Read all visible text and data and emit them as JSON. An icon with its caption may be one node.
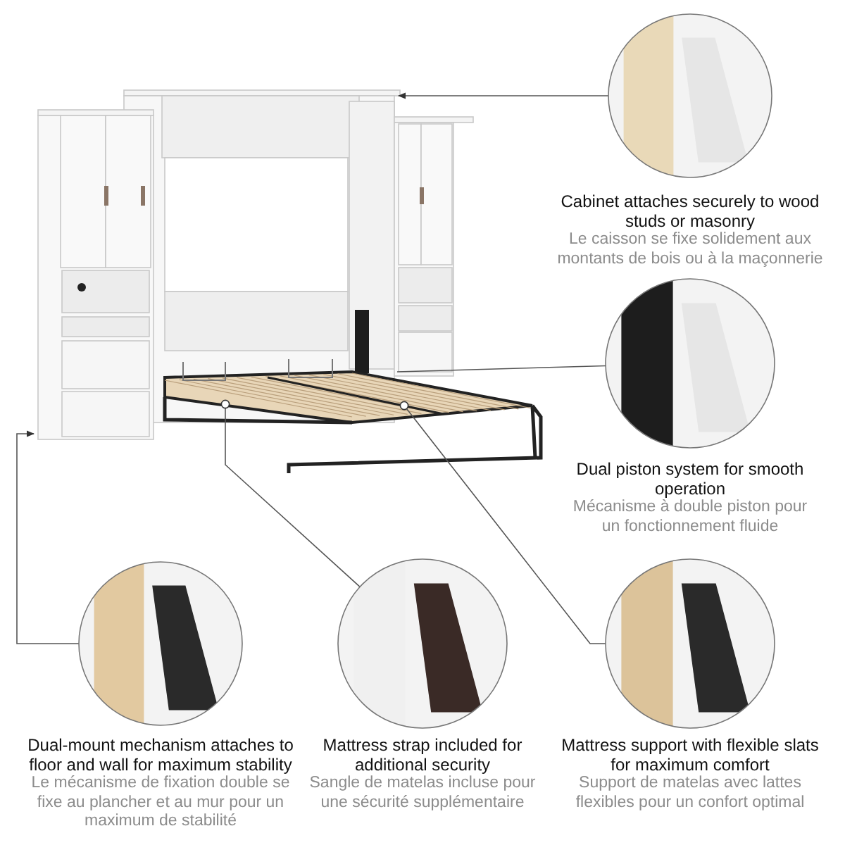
{
  "diagram": {
    "nodes": [
      {
        "text": [
          "Cabinet attaches securely to wood studs or masonry",
          "Le caisson se fixe solidement aux montants de bois ou à la maçonnerie"
        ]
      },
      {
        "text": [
          "Dual piston system for smooth operation",
          "Mécanisme à double piston pour un fonctionnement fluide"
        ]
      },
      {
        "text": [
          "Dual-mount mechanism attaches to floor and wall for maximum stability",
          "Le mécanisme de fixation double se fixe au plancher et au mur pour un maximum de stabilité"
        ]
      },
      {
        "text": [
          "Mattress strap included for additional security",
          "Sangle de matelas incluse pour une sécurité supplémentaire"
        ]
      },
      {
        "text": [
          "Mattress support with flexible slats for maximum comfort",
          "Support de matelas avec lattes flexibles pour un confort optimal"
        ]
      }
    ],
    "edges": [
      {
        "from": 0,
        "to": null,
        "arrow": "to"
      },
      {
        "from": 1,
        "to": null,
        "arrow": "none"
      },
      {
        "from": 2,
        "to": null,
        "arrow": "to"
      },
      {
        "from": 3,
        "to": null,
        "arrow": "other"
      },
      {
        "from": 4,
        "to": null,
        "arrow": "other"
      }
    ]
  }
}
